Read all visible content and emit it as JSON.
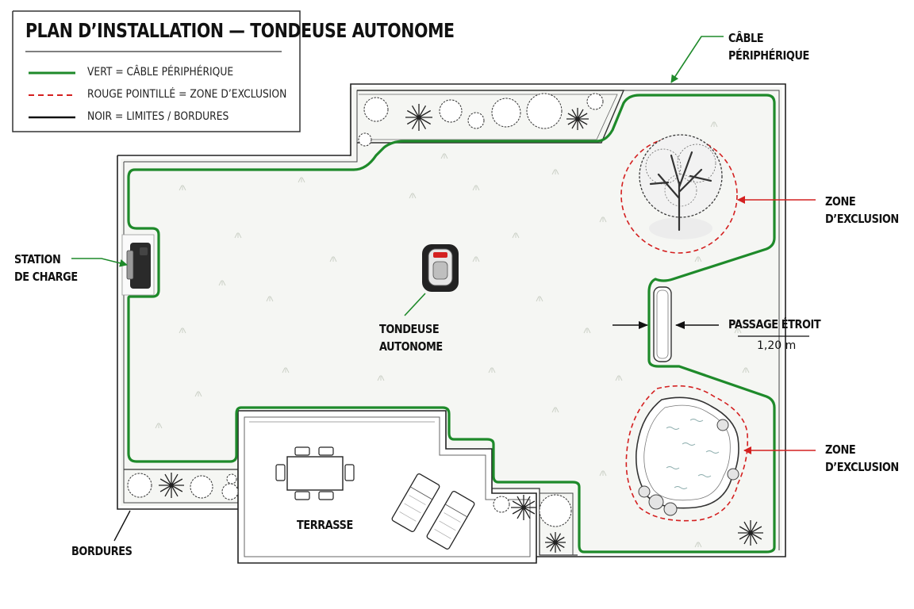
{
  "title": "PLAN D’INSTALLATION — TONDEUSE AUTONOME",
  "legend": [
    {
      "text": "VERT = CÂBLE PÉRIPHÉRIQUE",
      "style": "solid-green"
    },
    {
      "text": "ROUGE POINTILLÉ = ZONE D’EXCLUSION",
      "style": "dashed-red"
    },
    {
      "text": "NOIR = LIMITES / BORDURES",
      "style": "solid-black"
    }
  ],
  "labels": {
    "cable": [
      "CÂBLE",
      "PÉRIPHÉRIQUE"
    ],
    "exclusion_tree": [
      "ZONE",
      "D’EXCLUSION"
    ],
    "exclusion_pond": [
      "ZONE",
      "D’EXCLUSION"
    ],
    "station": [
      "STATION",
      "DE CHARGE"
    ],
    "mower": [
      "TONDEUSE",
      "AUTONOME"
    ],
    "passage": "PASSAGE ÉTROIT",
    "passage_width": "1,20 m",
    "terrasse": "TERRASSE",
    "bordures": "BORDURES"
  },
  "colors": {
    "cable": "#1e8a2a",
    "exclusion": "#d42020",
    "boundary": "#111111"
  },
  "icons": {
    "tree": "tree-icon",
    "pond": "pond-icon",
    "mower": "robot-mower-icon",
    "station": "charging-station-icon",
    "table": "patio-table-icon",
    "loungers": "sun-lounger-icon",
    "shrubs": "shrub-icon"
  }
}
